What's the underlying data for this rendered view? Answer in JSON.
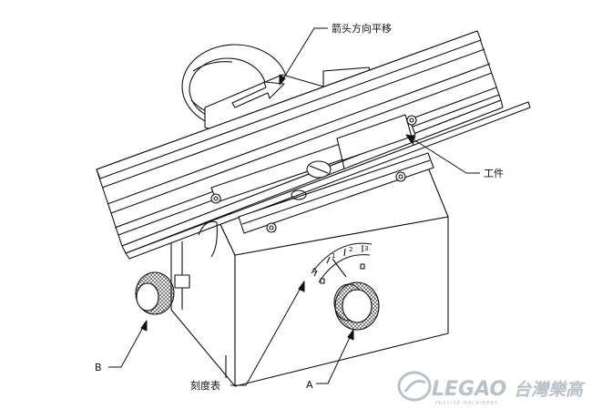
{
  "labels": {
    "arrow_direction": "箭头方向平移",
    "workpiece": "工件",
    "b": "B",
    "scale": "刻度表",
    "a": "A"
  },
  "dial": {
    "ticks": [
      "0",
      "1",
      "2",
      "3"
    ]
  },
  "logo": {
    "brand_latin": "LEGAO",
    "brand_cn": "台灣樂高",
    "tagline": "PRECISE MACHINERY"
  },
  "colors": {
    "line": "#111111",
    "logo_gray": "#b9c2c8"
  }
}
